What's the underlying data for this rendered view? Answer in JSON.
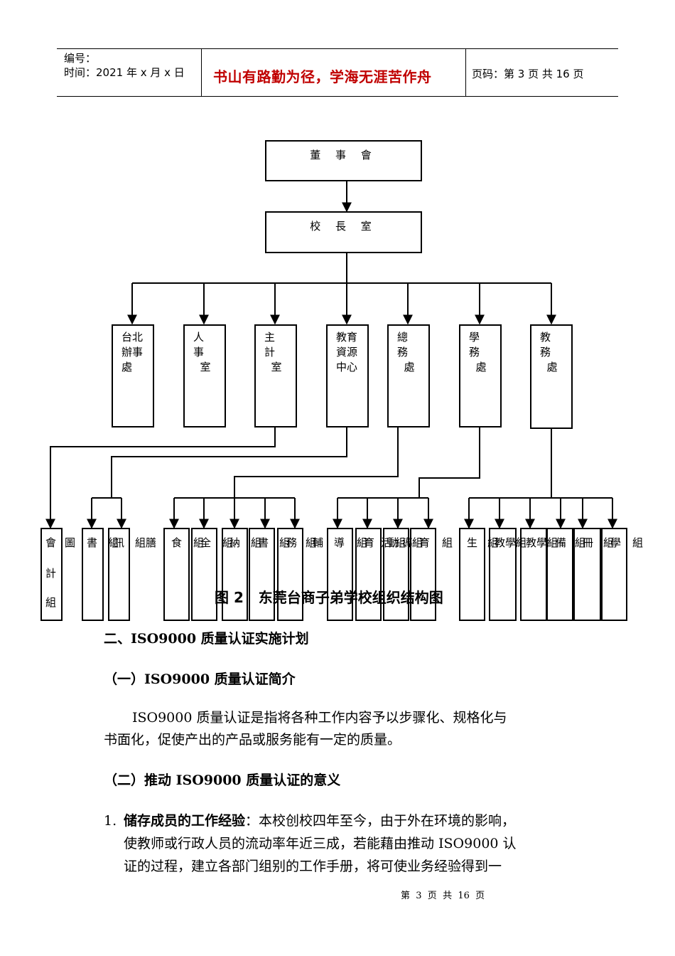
{
  "header": {
    "serial_label": "编号：",
    "time_label": "时间：2021 年 x 月 x 日",
    "motto": "书山有路勤为径，学海无涯苦作舟",
    "page_info": "页码：第 3 页  共 16 页"
  },
  "org_chart": {
    "board": "董 事 會",
    "principal": "校  長  室",
    "departments": [
      {
        "label": "台北\n辦事\n處"
      },
      {
        "label": "人\n事\n  室"
      },
      {
        "label": "主\n計\n  室"
      },
      {
        "label": "教育\n資源\n中心"
      },
      {
        "label": "總\n務\n  處"
      },
      {
        "label": "學\n務\n  處"
      },
      {
        "label": "教\n務\n  處"
      }
    ],
    "leaf_labels": [
      "會",
      "計",
      "組",
      "圖",
      "書",
      "組",
      "訊",
      "組膳",
      "食",
      "組",
      "全",
      "組",
      "納",
      "組",
      "書",
      "組",
      "務",
      "組",
      "輔",
      "導",
      "組",
      "育",
      "活",
      "動",
      "組",
      "導",
      "組",
      "育",
      "組",
      "生",
      "組",
      "教學",
      "組",
      "教學",
      "組",
      "備",
      "組",
      "冊",
      "組",
      "學",
      "組"
    ],
    "caption": "图 2   东莞台商子弟学校组织结构图"
  },
  "content": {
    "section_title": "二、ISO9000 质量认证实施计划",
    "sub1_title": "（一）ISO9000 质量认证简介",
    "sub1_p1": "ISO9000 质量认证是指将各种工作内容予以步骤化、规格化与",
    "sub1_p2": "书面化，促使产出的产品或服务能有一定的质量。",
    "sub2_title": "（二）推动 ISO9000 质量认证的意义",
    "item1_num": "1.",
    "item1_bold": "储存成员的工作经验",
    "item1_l1": "：本校创校四年至今，由于外在环境的影响，",
    "item1_l2": "使教师或行政人员的流动率年近三成，若能藉由推动 ISO9000 认",
    "item1_l3": "证的过程，建立各部门组别的工作手册，将可使业务经验得到一"
  },
  "footer": {
    "page_text": "第  3  页  共  16  页"
  }
}
